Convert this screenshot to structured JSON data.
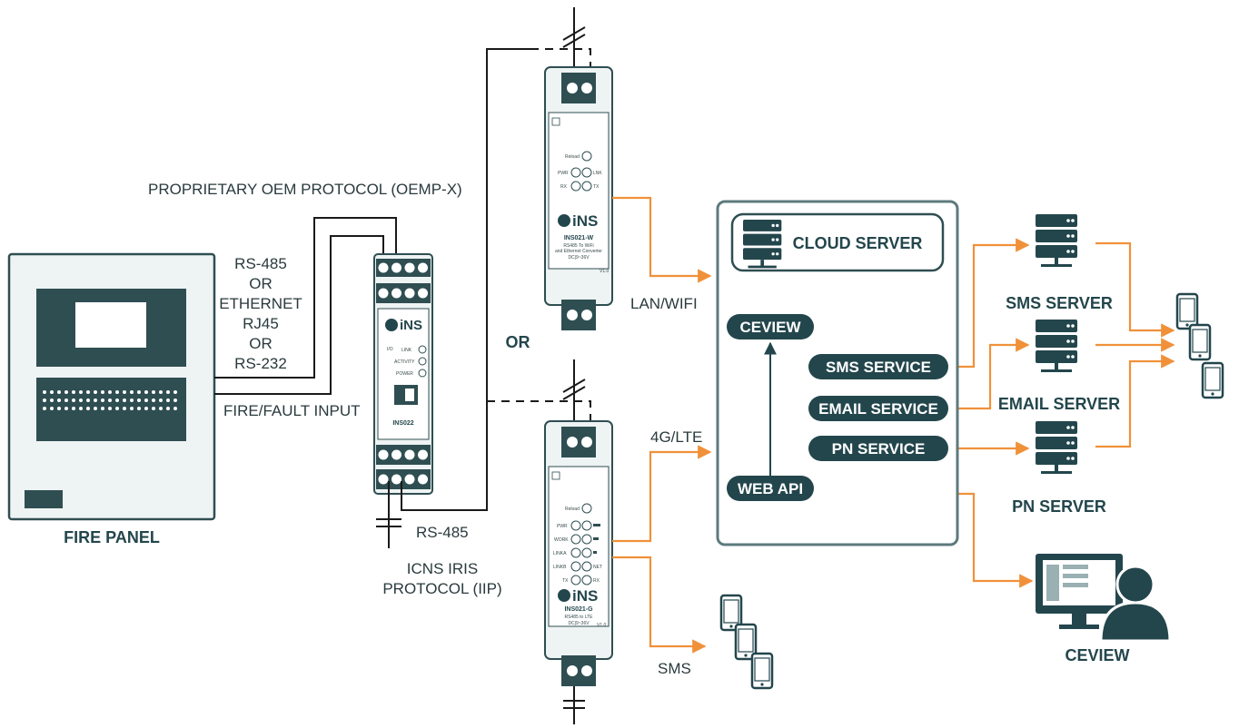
{
  "colors": {
    "dark_teal": "#23464c",
    "outline": "#2f4e52",
    "panel_fill": "#eef3f3",
    "orange": "#f0913a",
    "black": "#1a1a1a"
  },
  "labels": {
    "proprietary_protocol": "PROPRIETARY OEM PROTOCOL (OEMP-X)",
    "rs485_line1": "RS-485",
    "or_1": "OR",
    "ethernet": "ETHERNET",
    "rj45": "RJ45",
    "or_2": "OR",
    "rs232": "RS-232",
    "fire_fault_input": "FIRE/FAULT INPUT",
    "rs485_bottom": "RS-485",
    "icns_line1": "ICNS IRIS",
    "icns_line2": "PROTOCOL (IIP)",
    "or_middle": "OR",
    "lan_wifi": "LAN/WIFI",
    "lte": "4G/LTE",
    "sms": "SMS",
    "fire_panel": "FIRE PANEL"
  },
  "ins022": {
    "brand": "iNS",
    "led_link": "LINK",
    "led_activity": "ACTIVITY",
    "led_power": "POWER",
    "io_label": "I/O",
    "model": "INS022"
  },
  "ins021w": {
    "reload": "Reload",
    "pwr": "PWR",
    "lnk": "LNK",
    "rx": "RX",
    "tx": "TX",
    "brand": "iNS",
    "model": "INS021-W",
    "desc1": "RS485 To WiFi",
    "desc2": "and Ethernet Converter",
    "power": "DC|9~36V",
    "version": "V1.0"
  },
  "ins021g": {
    "reload": "Reload",
    "pwr": "PWR",
    "work": "WORK",
    "linka": "LINKA",
    "linkb": "LINKB",
    "net": "NET",
    "tx": "TX",
    "rx": "RX",
    "brand": "iNS",
    "model": "INS021-G",
    "desc1": "RS485 to LTE",
    "power": "DC|9~36V",
    "version": "V1.0"
  },
  "cloud": {
    "title": "CLOUD SERVER",
    "ceview": "CEVIEW",
    "web_api": "WEB API",
    "sms_service": "SMS SERVICE",
    "email_service": "EMAIL SERVICE",
    "pn_service": "PN SERVICE"
  },
  "servers": {
    "sms": "SMS SERVER",
    "email": "EMAIL SERVER",
    "pn": "PN SERVER"
  },
  "ceview_client": "CEVIEW",
  "icons": {
    "server": "server-rack-icon",
    "phone": "smartphone-icon",
    "monitor_user": "monitor-user-icon"
  }
}
